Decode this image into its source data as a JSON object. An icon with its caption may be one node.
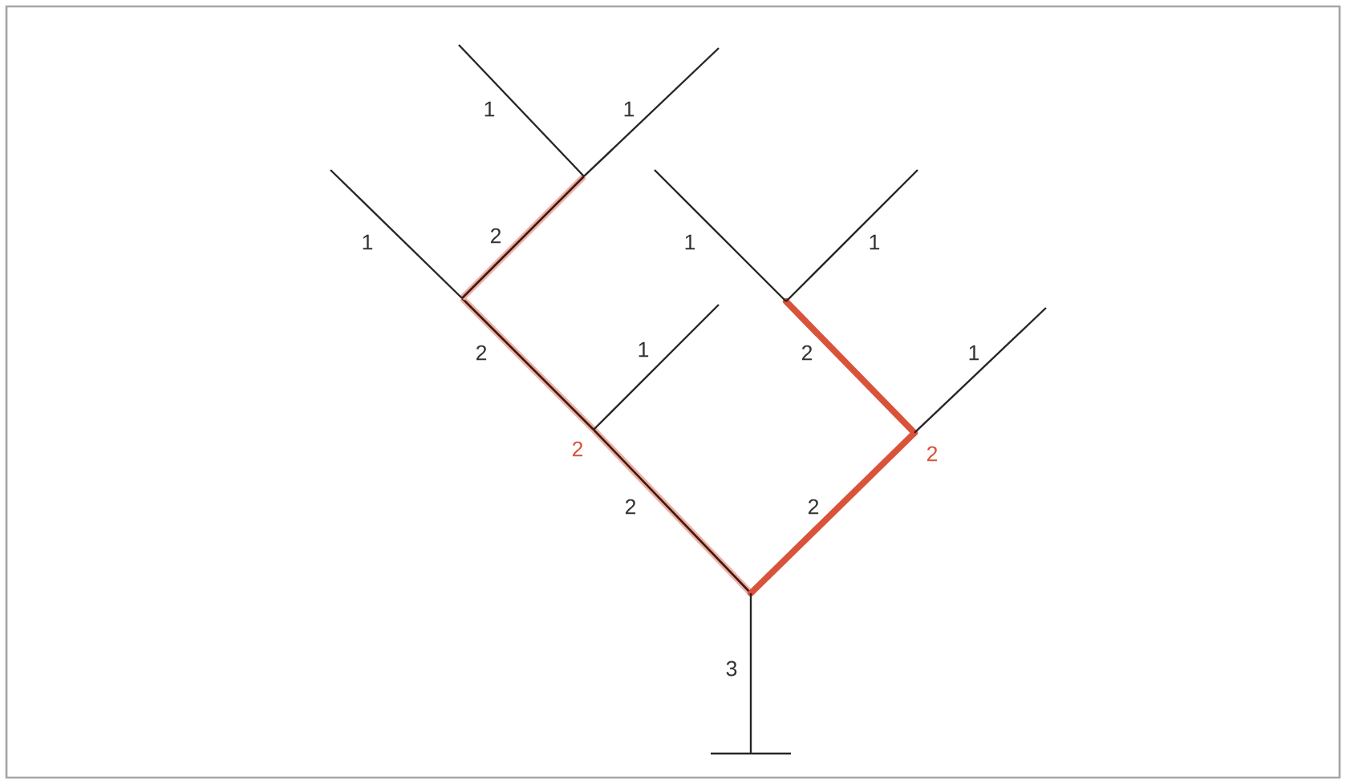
{
  "diagram": {
    "labels": [
      "1",
      "1",
      "1",
      "2",
      "1",
      "1",
      "2",
      "1",
      "2",
      "1",
      "2",
      "2",
      "2",
      "2",
      "3"
    ]
  }
}
